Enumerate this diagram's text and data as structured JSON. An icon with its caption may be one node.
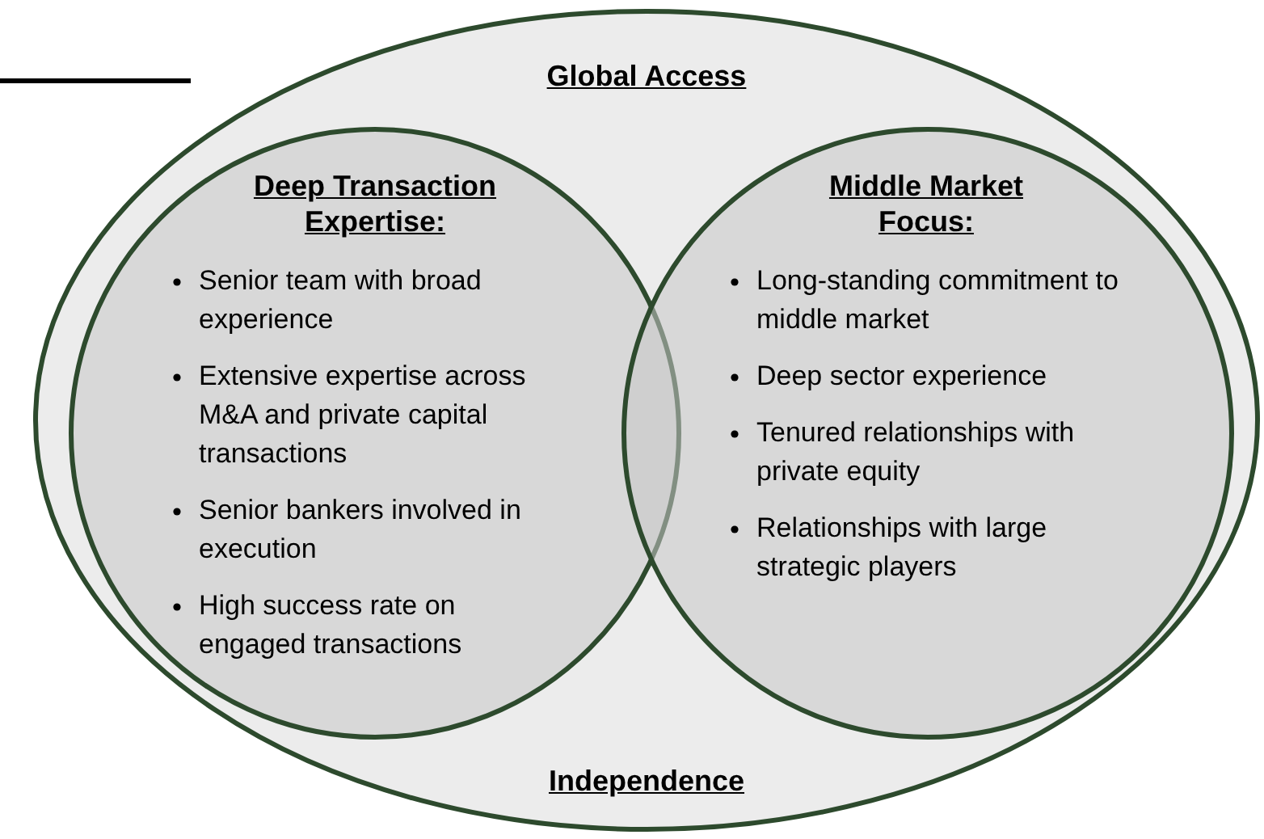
{
  "diagram": {
    "nodes": [
      {
        "text": [
          "Global Access",
          "Independence"
        ]
      },
      {
        "text": [
          "Deep Transaction Expertise:",
          "Senior team with broad experience",
          "Extensive expertise across M&A and private capital transactions",
          "Senior bankers involved in execution",
          "High success rate on engaged transactions"
        ],
        "in": 0
      },
      {
        "text": [
          "Middle Market Focus:",
          "Long-standing commitment to middle market",
          "Deep sector experience",
          "Tenured relationships with private equity",
          "Relationships with large strategic players"
        ],
        "in": 0
      }
    ]
  }
}
